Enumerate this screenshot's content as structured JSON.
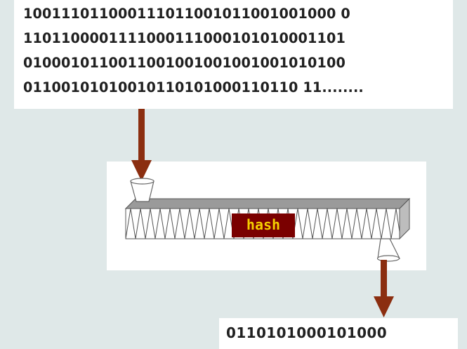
{
  "input_bits": {
    "line1": "100111011000111011001011001001000 0",
    "line2": "1101100001111000111000101010001101",
    "line3": "0100010110011001001001001001010100",
    "line4": "01100101010010110101000110110 11........"
  },
  "hash_label": "hash",
  "output_bits": "0110101000101000",
  "colors": {
    "arrow": "#8b2e10",
    "background": "#dfe8e8",
    "hash_box": "#7a0000",
    "hash_text": "#f5d000"
  }
}
